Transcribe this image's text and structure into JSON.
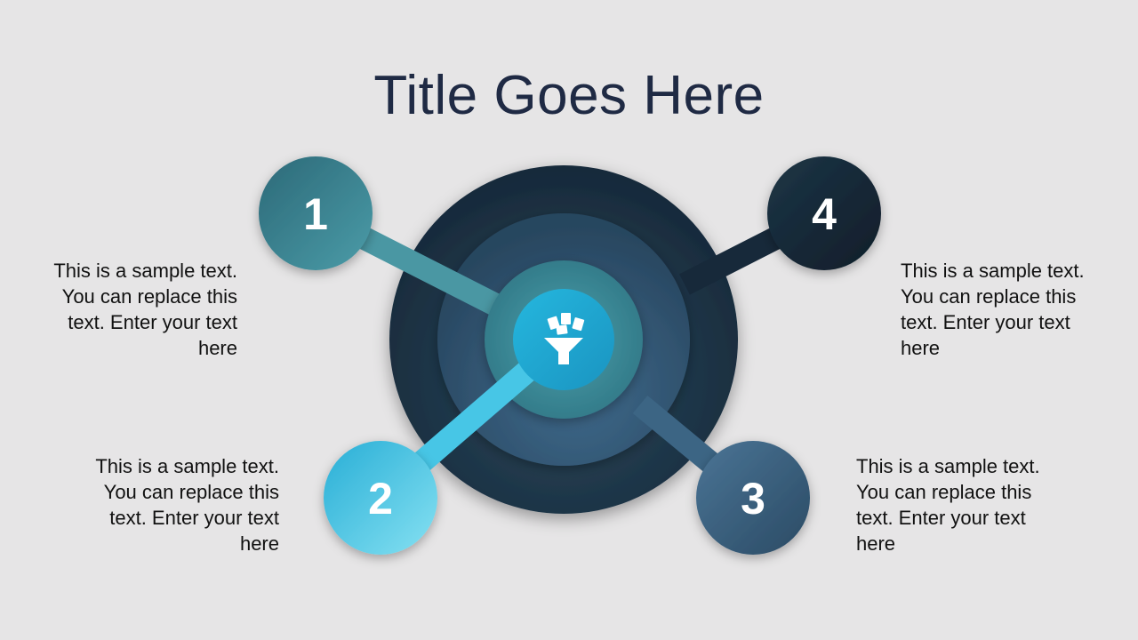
{
  "slide": {
    "title": "Title Goes Here"
  },
  "nodes": [
    {
      "number": "1",
      "text": "This is a sample text. You can replace this text. Enter your text here",
      "color_from": "#2f6f7e",
      "color_to": "#4a9aa6"
    },
    {
      "number": "2",
      "text": "This is a sample text. You can replace this text. Enter your text here",
      "color_from": "#2fb3d9",
      "color_to": "#7fdcef"
    },
    {
      "number": "3",
      "text": "This is a sample text. You can replace this text. Enter your text here",
      "color_from": "#2e4f6b",
      "color_to": "#4b7394"
    },
    {
      "number": "4",
      "text": "This is a sample text. You can replace this text. Enter your text here",
      "color_from": "#11212e",
      "color_to": "#1f3848"
    }
  ],
  "center": {
    "icon": "funnel-documents-icon"
  },
  "colors": {
    "background": "#e6e5e6",
    "title": "#1f2a44",
    "outer_ring": "#1d3241",
    "middle_ring": "#2f5570",
    "inner_ring": "#3e8594",
    "core": "#1fa9d3"
  }
}
